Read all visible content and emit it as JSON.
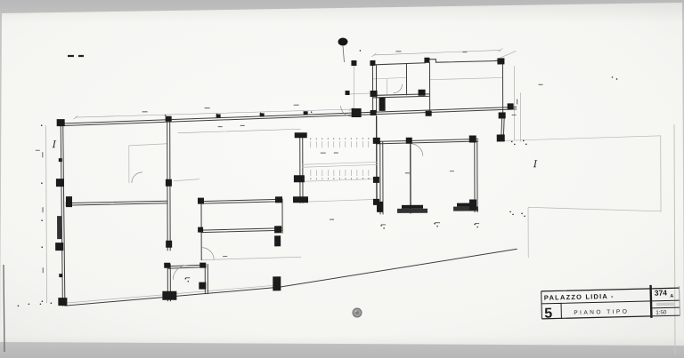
{
  "photo": {
    "artifacts": {
      "top_pin_icon": "black-pin-dot",
      "bottom_pin_icon": "gray-hole-dot"
    },
    "colors": {
      "background": "#c6c6c6",
      "paper": "#f7f7f4",
      "ink": "#3d3d3d",
      "pencil": "#b3b3b3",
      "title_ink": "#1c1c1c"
    }
  },
  "plan": {
    "section_marker_left": "I",
    "section_marker_right": "I"
  },
  "title_block": {
    "project_name": "PALAZZO LIDIA -",
    "sheet_number": "5",
    "drawing_title": "PIANO TIPO",
    "archive_number": "374",
    "archive_suffix": "A",
    "scale_label": "1:50"
  }
}
